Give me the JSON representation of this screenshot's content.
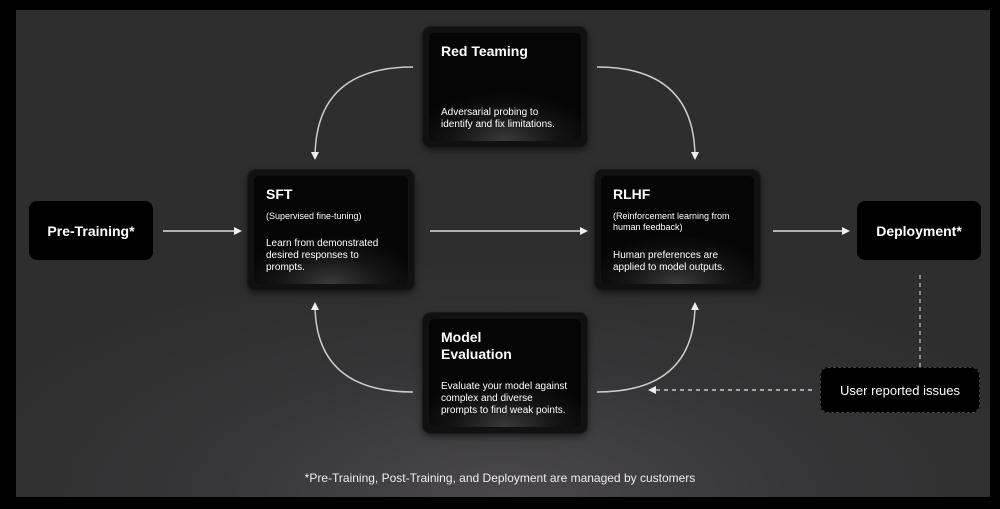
{
  "nodes": {
    "pre_training": {
      "title": "Pre-Training*"
    },
    "sft": {
      "title": "SFT",
      "subtitle": "(Supervised fine-tuning)",
      "description": "Learn from demonstrated desired responses to prompts."
    },
    "red_teaming": {
      "title": "Red Teaming",
      "description": "Adversarial probing to identify and fix limitations."
    },
    "rlhf": {
      "title": "RLHF",
      "subtitle": "(Reinforcement learning from human feedback)",
      "description": "Human preferences are applied to model outputs."
    },
    "model_evaluation": {
      "title": "Model Evaluation",
      "description": "Evaluate your model against complex and diverse prompts to find weak points."
    },
    "deployment": {
      "title": "Deployment*"
    },
    "user_issues": {
      "title": "User reported issues"
    }
  },
  "footnote": "*Pre-Training, Post-Training, and Deployment are managed by customers"
}
